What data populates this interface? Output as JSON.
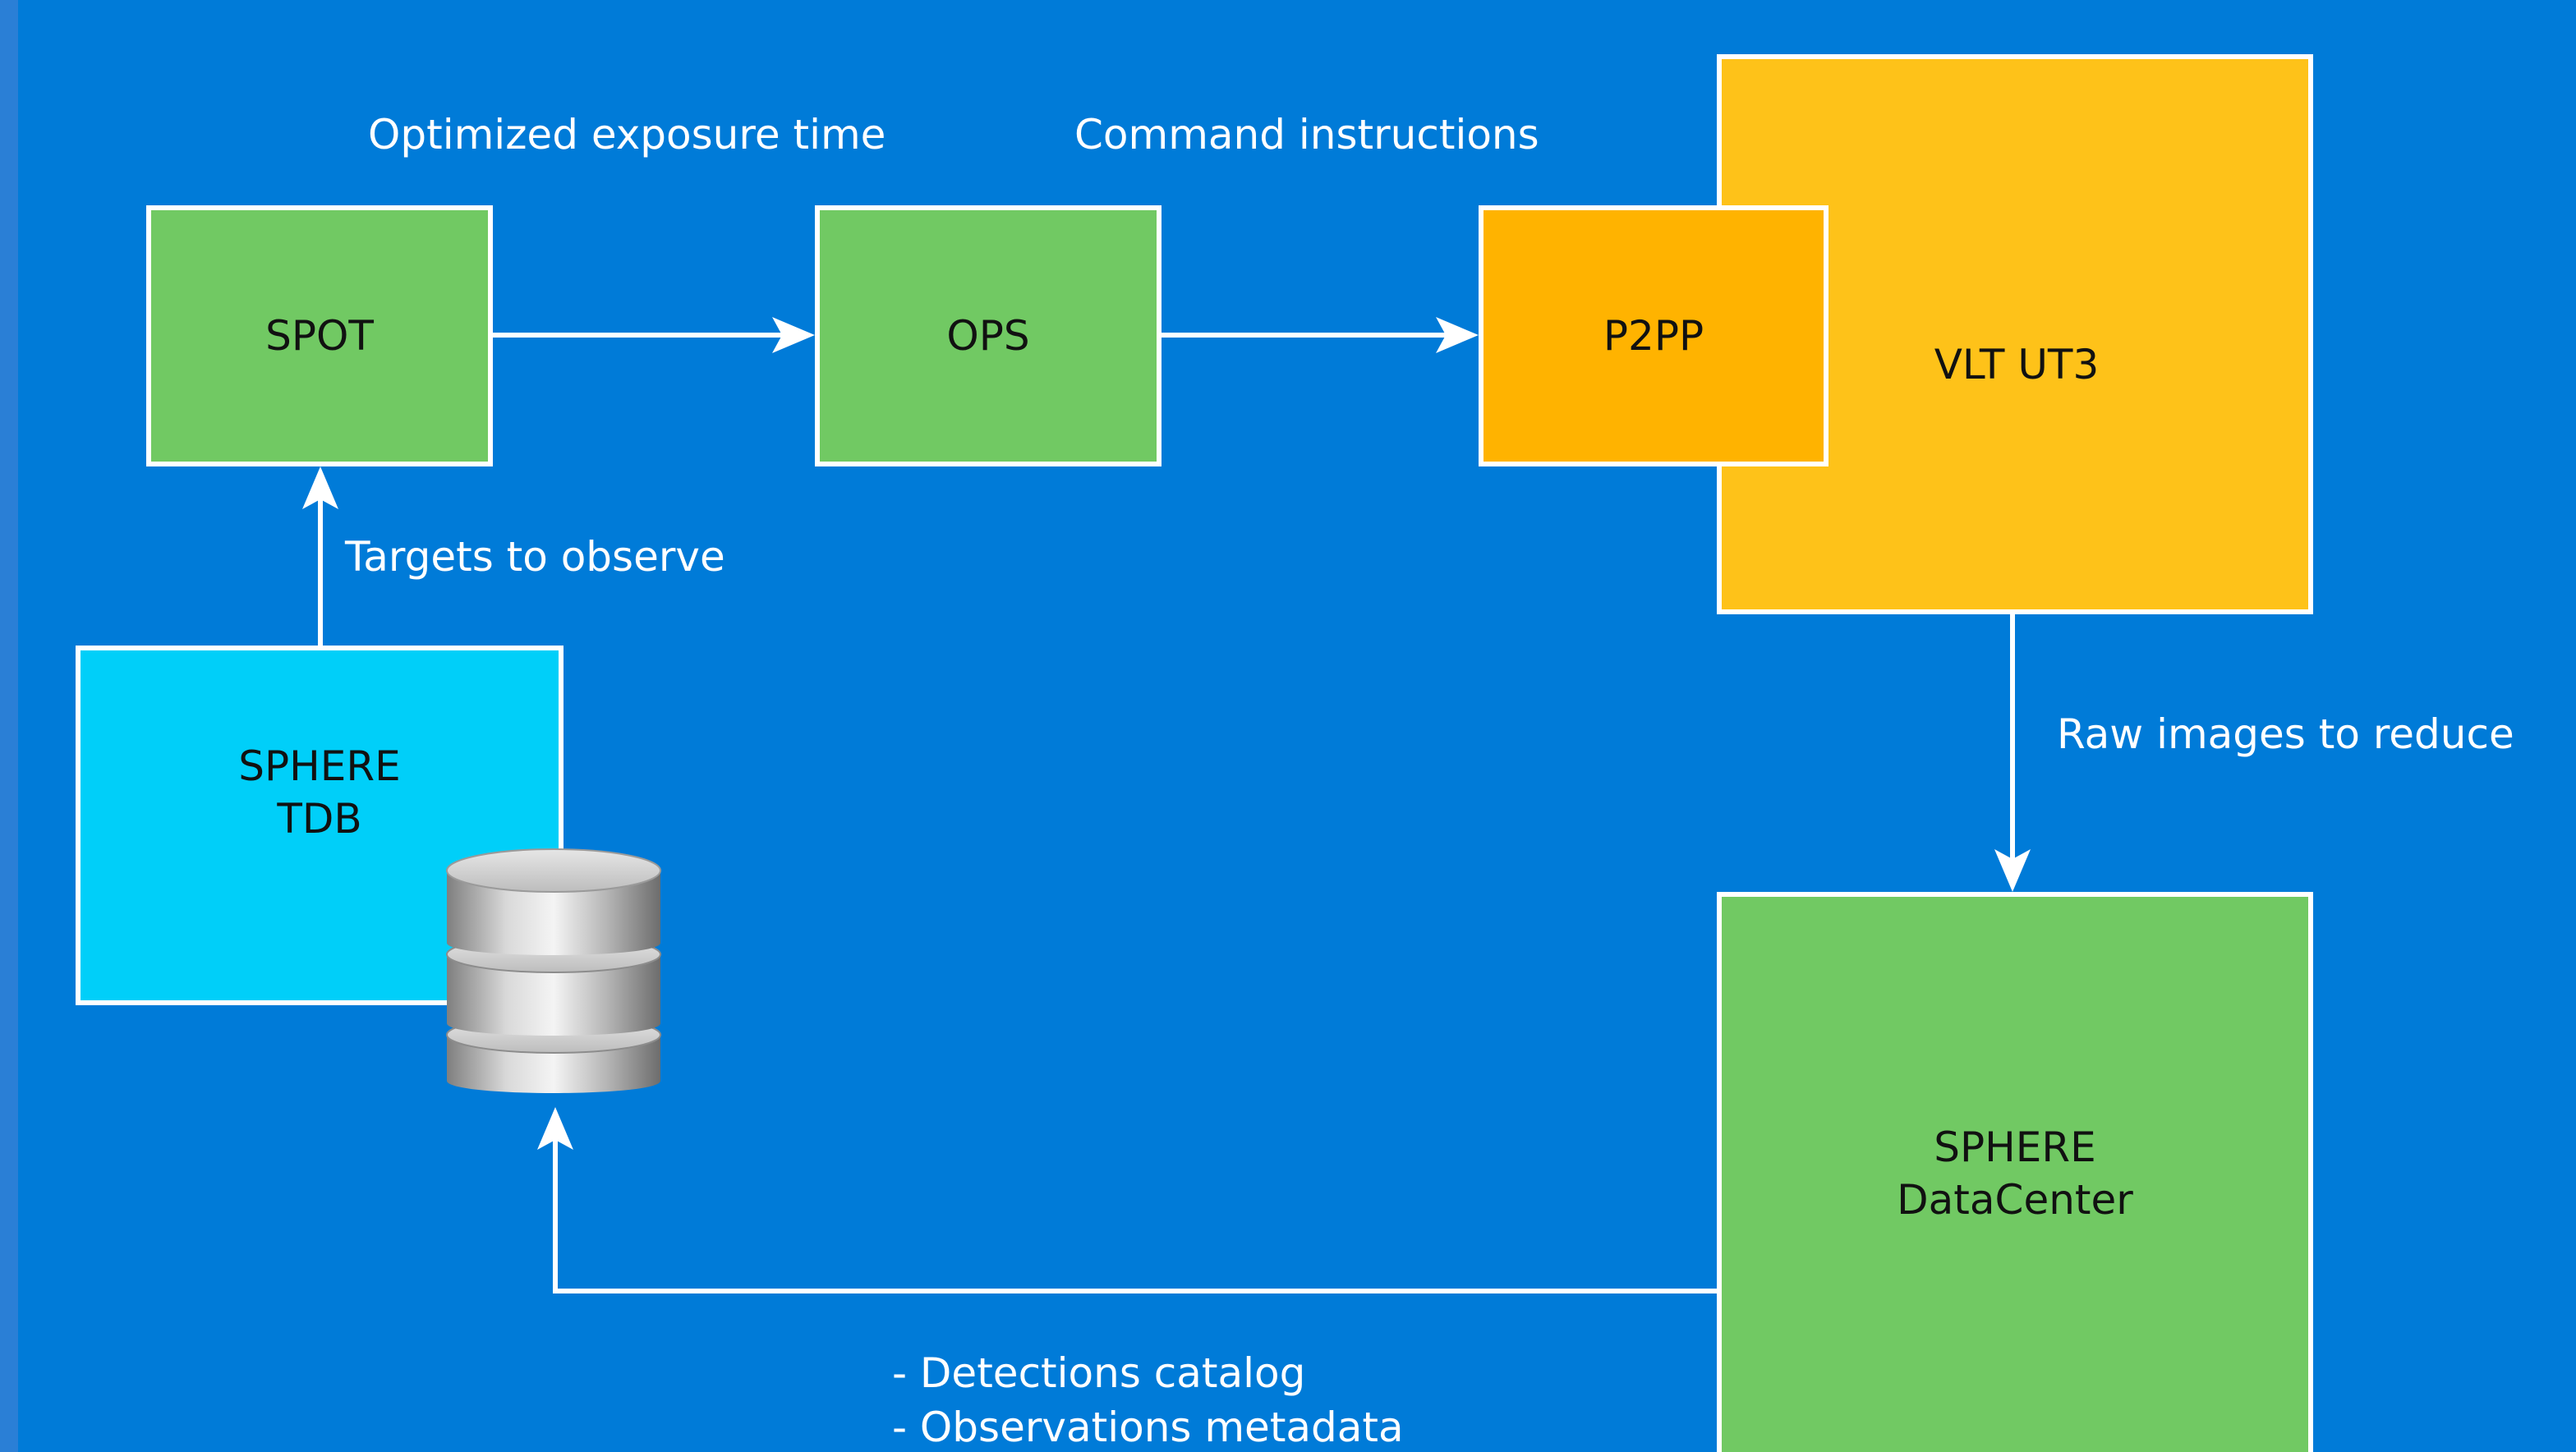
{
  "nodes": {
    "spot": {
      "label": "SPOT"
    },
    "ops": {
      "label": "OPS"
    },
    "p2pp": {
      "label": "P2PP"
    },
    "vlt": {
      "label": "VLT UT3"
    },
    "tdb": {
      "line1": "SPHERE",
      "line2": "TDB"
    },
    "datacenter": {
      "line1": "SPHERE",
      "line2": "DataCenter"
    }
  },
  "edges": {
    "spot_to_ops": "Optimized exposure time",
    "ops_to_p2pp": "Command instructions",
    "tdb_to_spot": "Targets to observe",
    "vlt_to_datacenter": "Raw images to reduce",
    "datacenter_to_tdb": [
      "- Detections catalog",
      "- Observations metadata"
    ]
  },
  "colors": {
    "background": "#007bd8",
    "green": "#71c963",
    "yellow": "#fec219",
    "orange": "#ffb300",
    "cyan": "#00cff9",
    "arrow": "#ffffff"
  },
  "icons": {
    "database": "database-icon"
  }
}
